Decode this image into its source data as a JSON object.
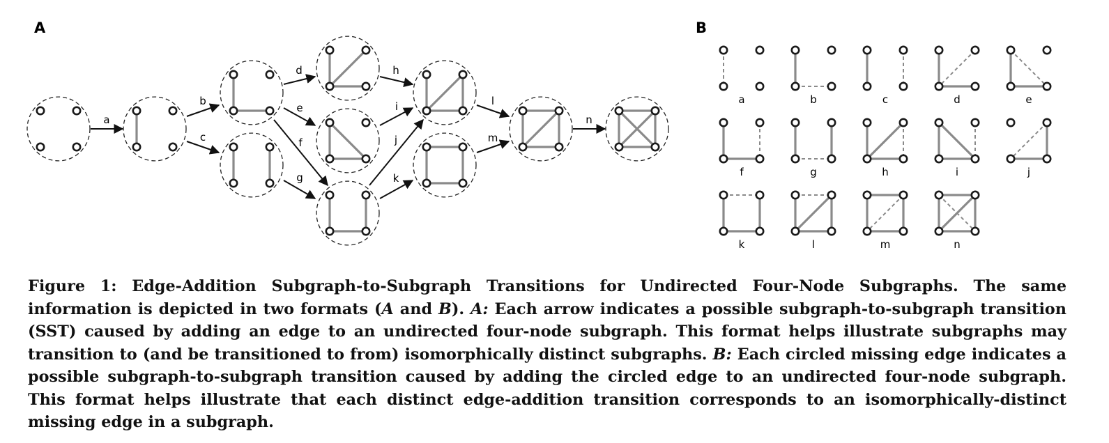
{
  "panel_a": {
    "label": "A",
    "transitions": [
      "a",
      "b",
      "c",
      "d",
      "e",
      "f",
      "g",
      "h",
      "i",
      "j",
      "k",
      "l",
      "m",
      "n"
    ]
  },
  "panel_b": {
    "label": "B",
    "subgraphs": [
      "a",
      "b",
      "c",
      "d",
      "e",
      "f",
      "g",
      "h",
      "i",
      "j",
      "k",
      "l",
      "m",
      "n"
    ]
  },
  "caption": {
    "figure_label": "Figure 1:",
    "title": "Edge-Addition Subgraph-to-Subgraph Transitions for Undirected Four-Node Subgraphs.",
    "intro": "The same information is depicted in two formats (",
    "fmt_a": "A",
    "and": " and ",
    "fmt_b": "B",
    "intro_end": ").",
    "a_label": "A:",
    "a_text": "Each arrow indicates a possible subgraph-to-subgraph transition (SST) caused by adding an edge to an undirected four-node subgraph. This format helps illustrate subgraphs may transition to (and be transitioned to from) isomorphically distinct subgraphs.",
    "b_label": "B:",
    "b_text": "Each circled missing edge indicates a possible subgraph-to-subgraph transition caused by adding the circled edge to an undirected four-node subgraph. This format helps illustrate that each distinct edge-addition transition corresponds to an isomorphically-distinct missing edge in a subgraph."
  },
  "colors": {
    "edge": "#8a8a8a",
    "node": "#1a1a1a",
    "arrow": "#111111",
    "dashed_circle": "#222222"
  }
}
